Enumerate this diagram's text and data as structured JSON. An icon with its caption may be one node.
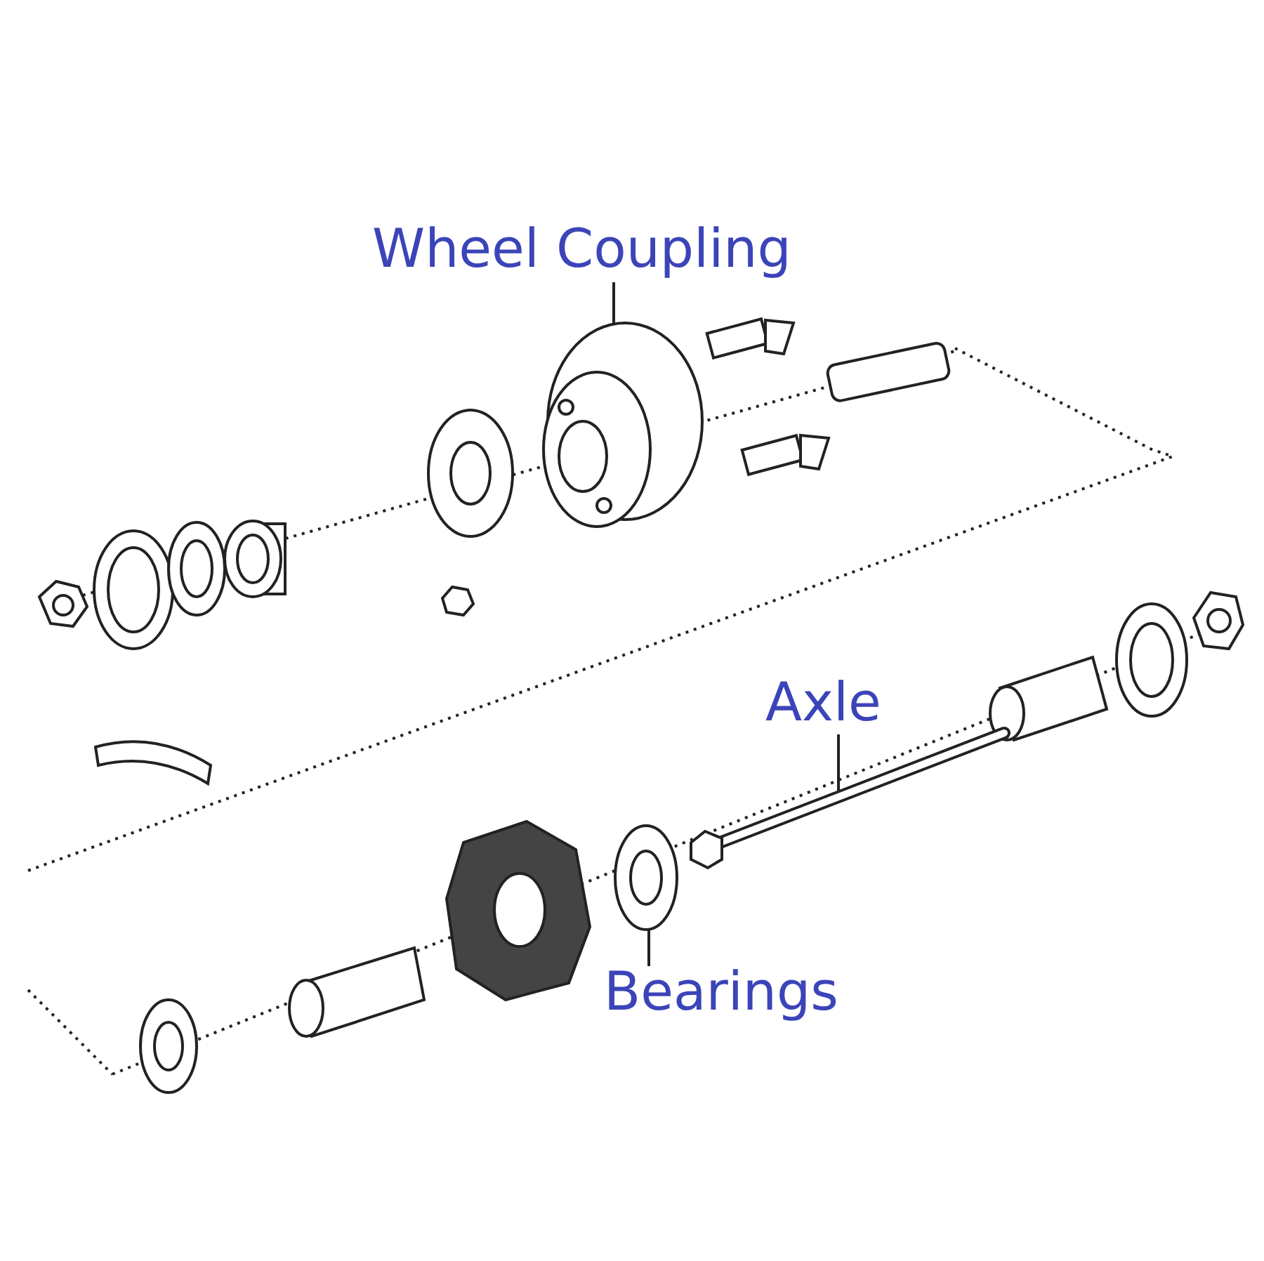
{
  "diagram": {
    "nodes": [
      {
        "text": [
          "Wheel Coupling"
        ]
      },
      {
        "text": [
          "Axle"
        ]
      },
      {
        "text": [
          "Bearings"
        ]
      },
      {
        "text": [],
        "shape": "picture"
      },
      {
        "text": [],
        "shape": "picture"
      },
      {
        "text": [],
        "shape": "picture"
      }
    ],
    "edges": [
      {
        "from": 0,
        "to": 3,
        "arrow": "none"
      },
      {
        "from": 1,
        "to": 4,
        "arrow": "none"
      },
      {
        "from": 2,
        "to": 5,
        "arrow": "none"
      }
    ]
  }
}
